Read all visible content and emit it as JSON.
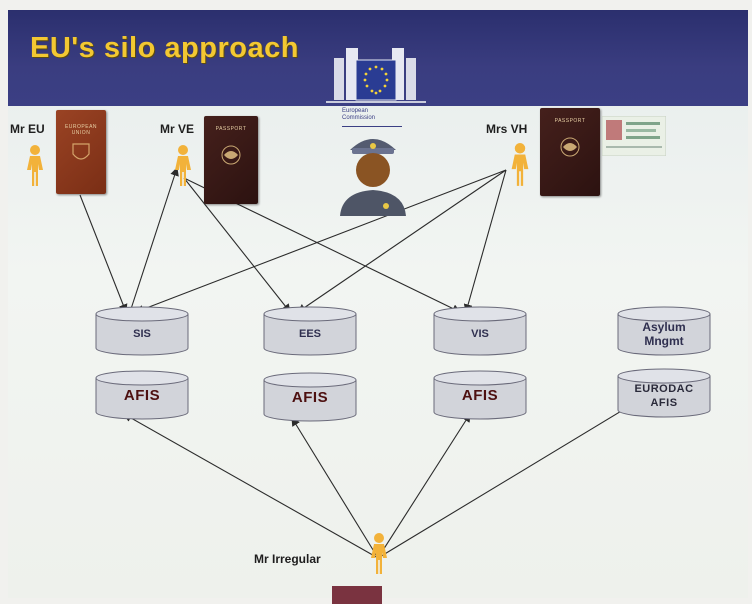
{
  "slide": {
    "title": "EU's silo approach",
    "logo_caption": "European Commission"
  },
  "people": {
    "mr_eu": "Mr EU",
    "mr_ve": "Mr VE",
    "mrs_vh": "Mrs VH",
    "mr_irregular": "Mr Irregular"
  },
  "passports": {
    "mr_eu_cover_color": "#8a3a1e",
    "us_cover_color": "#3a1a1a",
    "us_cover_text": "PASSPORT"
  },
  "systems": [
    {
      "label": "SIS",
      "afis_label": "AFIS"
    },
    {
      "label": "EES",
      "afis_label": "AFIS"
    },
    {
      "label": "VIS",
      "afis_label": "AFIS"
    },
    {
      "label": "Asylum Mngmt",
      "afis_label": "EURODAC AFIS"
    }
  ],
  "colors": {
    "header_bg": "#3b3f84",
    "title": "#f3c832",
    "figure": "#f2b23a",
    "db_fill": "#d4d6dc",
    "afis_text": "#4d1010",
    "arrow": "#2b2b2b"
  }
}
